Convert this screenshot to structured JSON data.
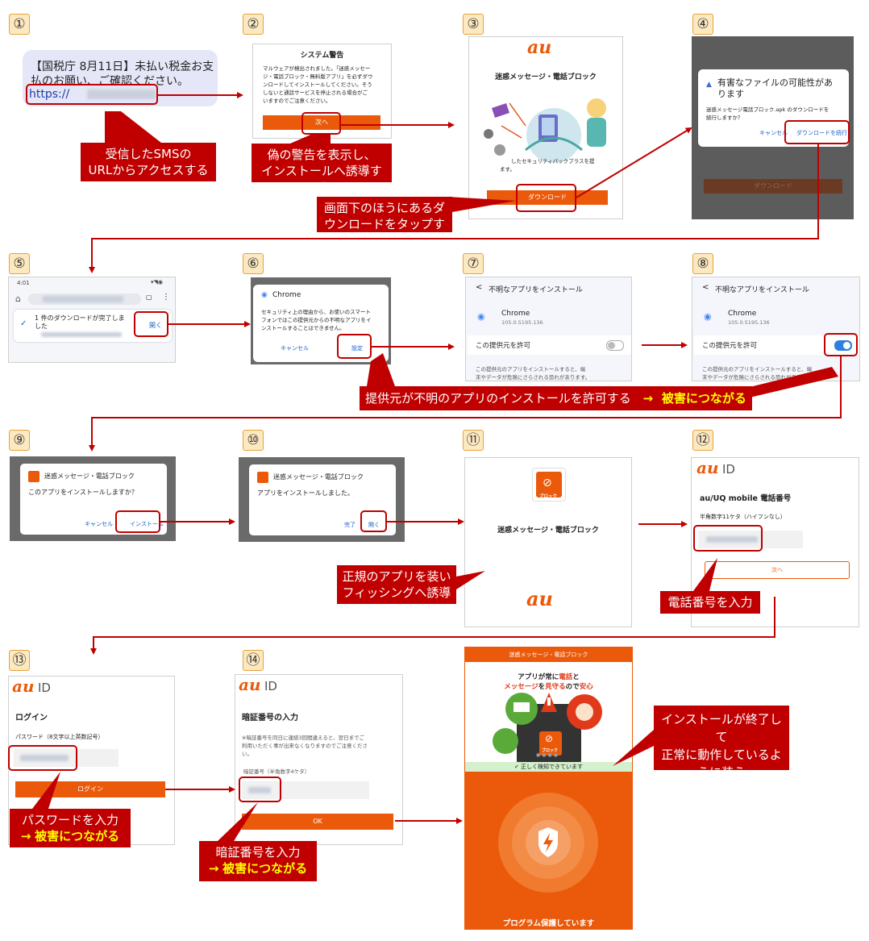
{
  "steps": [
    "①",
    "②",
    "③",
    "④",
    "⑤",
    "⑥",
    "⑦",
    "⑧",
    "⑨",
    "⑩",
    "⑪",
    "⑫",
    "⑬",
    "⑭"
  ],
  "colors": {
    "callout": "#c00000",
    "au_orange": "#eb5a0a",
    "number_bg": "#fde9c0",
    "highlight": "#ffff00"
  },
  "s1": {
    "sms_line1": "【国税庁 8月11日】未払い税金お支",
    "sms_line2": "払のお願い、ご確認ください。",
    "sms_url": "https://",
    "callout1": "受信したSMSの",
    "callout2": "URLからアクセスする"
  },
  "s2": {
    "title": "システム警告",
    "body1": "マルウェアが検出されました。「迷惑メッセー",
    "body2": "ジ・電話ブロック・無料版アプリ」を必ずダウ",
    "body3": "ンロードしてインストールしてください。そう",
    "body4": "しないと通話サービスを停止される場合がご",
    "body5": "いますのでご注意ください。",
    "next_btn": "次へ",
    "callout1": "偽の警告を表示し、",
    "callout2": "インストールへ誘導する"
  },
  "s3": {
    "logo": "au",
    "title": "迷惑メッセージ・電話ブロック",
    "body1": "したセキュリティパックプラスを提",
    "body2": "ます。",
    "download_btn": "ダウンロード",
    "callout1": "画面下のほうにあるダ",
    "callout2": "ウンロードをタップする"
  },
  "s4": {
    "title1": "有害なファイルの可能性があ",
    "title2": "ります",
    "body1": "迷惑メッセージ電話ブロック.apk のダウンロードを",
    "body2": "続行しますか？",
    "cancel": "キャンセル",
    "continue": "ダウンロードを続行",
    "bg_btn": "ダウンロード"
  },
  "s5": {
    "status_time": "4:01",
    "done1": "1 件のダウンロードが完了しま",
    "done2": "した",
    "open": "開く"
  },
  "s6": {
    "app": "Chrome",
    "body1": "セキュリティ上の理由から、お使いのスマート",
    "body2": "フォンではこの提供元からの不明なアプリをイ",
    "body3": "ンストールすることはできません。",
    "cancel": "キャンセル",
    "settings": "設定"
  },
  "s7": {
    "header": "不明なアプリをインストール",
    "app": "Chrome",
    "version": "105.0.5195.136",
    "toggle_label": "この提供元を許可",
    "note1": "この提供元のアプリをインストールすると、端",
    "note2": "末やデータが危険にさらされる恐れがあります。"
  },
  "s8": {
    "header": "不明なアプリをインストール",
    "app": "Chrome",
    "version": "105.0.5195.136",
    "toggle_label": "この提供元を許可",
    "note1": "この提供元のアプリをインストールすると、端",
    "note2": "末やデータが危険にさらされる恐れがあります。"
  },
  "callout_allow": {
    "text": "提供元が不明のアプリのインストールを許可する",
    "arrow": "→",
    "hl": "被害につながる"
  },
  "s9": {
    "title": "迷惑メッセージ・電話ブロック",
    "question": "このアプリをインストールしますか？",
    "cancel": "キャンセル",
    "install": "インストール"
  },
  "s10": {
    "title": "迷惑メッセージ・電話ブロック",
    "done_msg": "アプリをインストールしました。",
    "done": "完了",
    "open": "開く"
  },
  "s11": {
    "icon_label": "ブロック",
    "title": "迷惑メッセージ・電話ブロック",
    "logo": "au",
    "callout1": "正規のアプリを装い",
    "callout2": "フィッシングへ誘導"
  },
  "s12": {
    "logo": "au",
    "logo_id": "ID",
    "title": "au/UQ mobile 電話番号",
    "hint": "半角数字11ケタ（ハイフンなし）",
    "next": "次へ",
    "callout": "電話番号を入力"
  },
  "s13": {
    "logo": "au",
    "logo_id": "ID",
    "title": "ログイン",
    "hint": "パスワード（8文字以上英数記号）",
    "login": "ログイン",
    "callout1": "パスワードを入力",
    "arrow": "→",
    "hl": "被害につながる"
  },
  "s14": {
    "logo": "au",
    "logo_id": "ID",
    "title": "暗証番号の入力",
    "body1": "※暗証番号を同日に連続3回間違えると、翌日までご",
    "body2": "利用いただく事が出来なくなりますのでご注意くださ",
    "body3": "い。",
    "hint": "暗証番号（半角数字4ケタ）",
    "ok": "OK",
    "callout1": "暗証番号を入力",
    "arrow": "→",
    "hl": "被害につながる"
  },
  "s15": {
    "header": "迷惑メッセージ・電話ブロック",
    "promo1a": "アプリが常に",
    "promo1b": "電話",
    "promo1c": "と",
    "promo2a": "メッセージ",
    "promo2b": "を",
    "promo2c": "見守る",
    "promo2d": "ので",
    "promo2e": "安心",
    "icon_label": "ブロック",
    "detect": "正しく検知できています",
    "footer": "プログラム保護しています",
    "callout1": "インストールが終了して",
    "callout2": "正常に動作しているよ",
    "callout3": "うに装う"
  }
}
